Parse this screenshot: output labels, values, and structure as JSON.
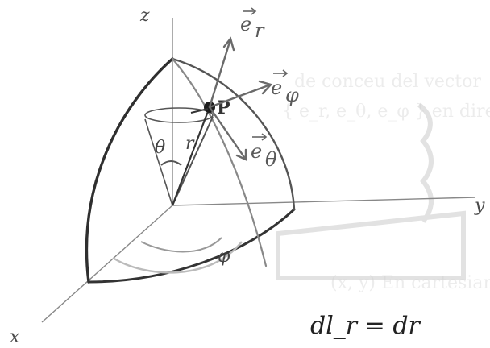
{
  "axes": {
    "x": "x",
    "y": "y",
    "z": "z"
  },
  "vectors": {
    "e_r": "e",
    "e_r_sub": "r",
    "e_phi": "e",
    "e_phi_sub": "φ",
    "e_theta": "e",
    "e_theta_sub": "θ"
  },
  "point": "P",
  "angles": {
    "theta": "θ",
    "radius": "r",
    "phi": "φ"
  },
  "formula": "dl_r = dr",
  "background_text": [
    "de conceu del vector",
    "{ e_r, e_θ, e_φ } en direcciones",
    "(x, y)  En cartesianas"
  ],
  "colors": {
    "ink": "#333333",
    "pencil": "#777777",
    "faint": "#dddddd"
  }
}
